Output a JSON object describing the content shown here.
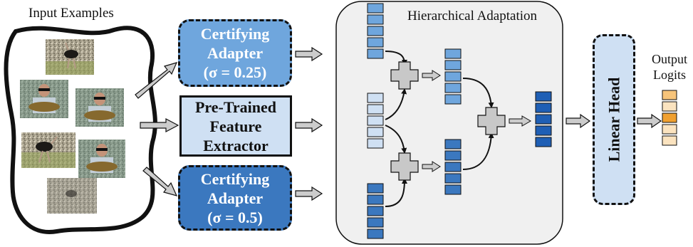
{
  "input": {
    "title": "Input Examples"
  },
  "adapters": [
    {
      "line1": "Certifying",
      "line2": "Adapter",
      "line3": "(σ = 0.25)",
      "color": "#6fa6dd"
    },
    {
      "line1": "Certifying",
      "line2": "Adapter",
      "line3": "(σ = 0.5)",
      "color": "#3b78bf"
    }
  ],
  "extractor": {
    "line1": "Pre-Trained",
    "line2": "Feature",
    "line3": "Extractor",
    "color": "#cfe0f3"
  },
  "hierarchy": {
    "title": "Hierarchical Adaptation"
  },
  "head": {
    "label": "Linear Head"
  },
  "output": {
    "line1": "Output",
    "line2": "Logits"
  },
  "colors": {
    "light_vec": "#cfe0f3",
    "mid_vec": "#6fa6dd",
    "dark_vec": "#3b78bf",
    "darker_vec": "#1f5fb5",
    "panel": "#f0f0f0",
    "arrow_fill": "#cccccc",
    "logit_light": "#fbe3bf",
    "logit_mid": "#f7c47a",
    "logit_dark": "#f0a030"
  }
}
